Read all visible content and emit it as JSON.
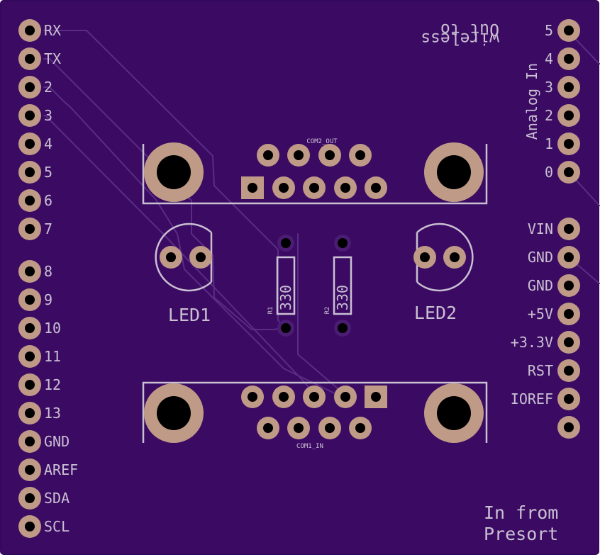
{
  "board": {
    "colors": {
      "background": "#ffffff",
      "substrate": "#3b0a63",
      "substrate_edge": "#34085a",
      "silkscreen": "#c9c0d2",
      "pad_copper": "#bf9a86",
      "pad_hole": "#000000",
      "via_ring": "#4a1c72",
      "trace": "#5a2d84"
    },
    "left_header": {
      "labels": [
        "RX",
        "TX",
        "2",
        "3",
        "4",
        "5",
        "6",
        "7",
        "8",
        "9",
        "10",
        "11",
        "12",
        "13",
        "GND",
        "AREF",
        "SDA",
        "SCL"
      ]
    },
    "right_header_top": {
      "labels": [
        "5",
        "4",
        "3",
        "2",
        "1",
        "0"
      ],
      "group_label": "Analog In"
    },
    "right_header_bottom": {
      "labels": [
        "VIN",
        "GND",
        "GND",
        "+5V",
        "+3.3V",
        "RST",
        "IOREF",
        ""
      ]
    },
    "mirrored_note": {
      "line1": "Out to",
      "line2": "wireless"
    },
    "bottom_note": {
      "line1": "In from",
      "line2": "Presort"
    },
    "connector_top": {
      "label": "COM2_OUT"
    },
    "connector_bottom": {
      "label": "COM1_IN"
    },
    "led1": {
      "label": "LED1"
    },
    "led2": {
      "label": "LED2"
    },
    "r1": {
      "ref": "R1",
      "value": "330"
    },
    "r2": {
      "ref": "R2",
      "value": "330"
    }
  }
}
